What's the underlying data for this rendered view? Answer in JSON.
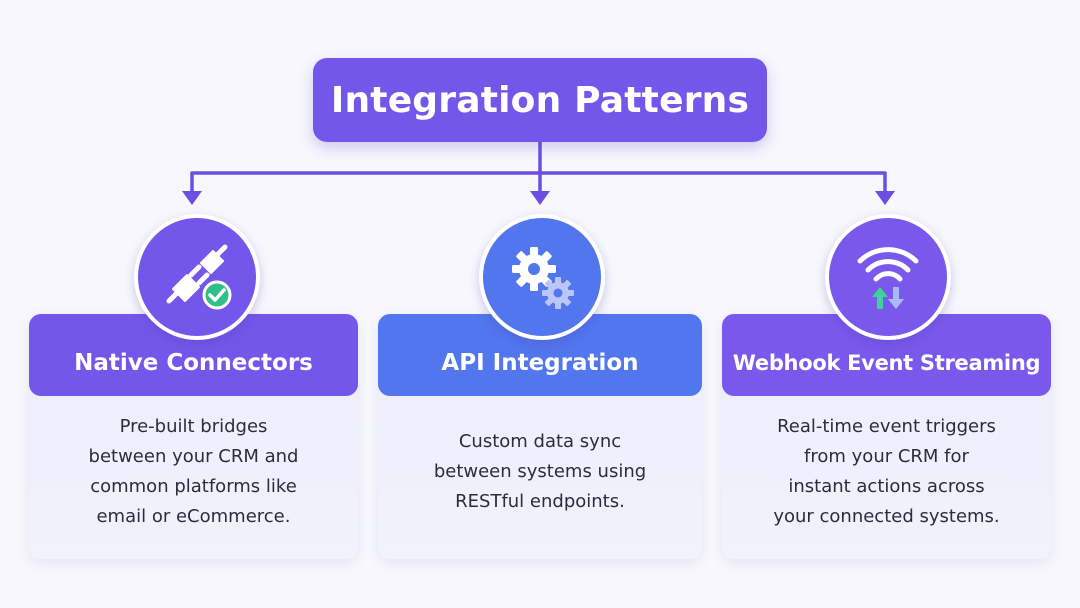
{
  "title": "Integration Patterns",
  "colors": {
    "purple": "#7357ea",
    "blue": "#5276ee",
    "connector": "#6a4fe0",
    "check_green": "#2fbf8a"
  },
  "cards": [
    {
      "title": "Native Connectors",
      "description": "Pre-built bridges\nbetween your CRM and\ncommon platforms like\nemail or eCommerce.",
      "icon": "plug-check-icon"
    },
    {
      "title": "API Integration",
      "description": "Custom data sync\nbetween systems using\nRESTful endpoints.",
      "icon": "gears-icon"
    },
    {
      "title": "Webhook Event Streaming",
      "description": "Real-time event triggers\nfrom your CRM for\ninstant actions across\nyour connected systems.",
      "icon": "wifi-updown-icon"
    }
  ]
}
